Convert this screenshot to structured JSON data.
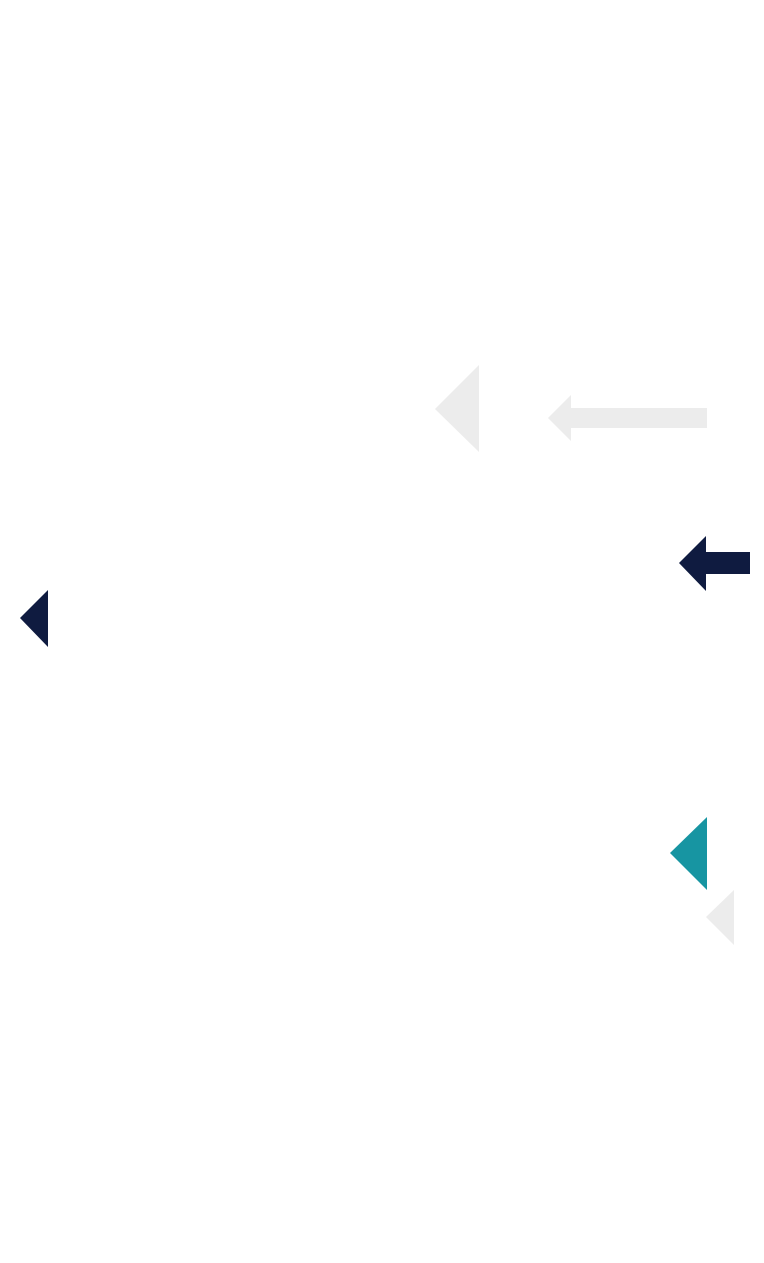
{
  "colors": {
    "background": "#ffffff",
    "light_gray": "#ececec",
    "navy": "#0f1b40",
    "teal": "#1795a2"
  },
  "shapes": [
    {
      "name": "large-light-triangle-icon",
      "icon": "triangle-left-icon",
      "color": "light_gray"
    },
    {
      "name": "light-arrow-icon",
      "icon": "arrow-left-icon",
      "color": "light_gray"
    },
    {
      "name": "navy-arrow-icon",
      "icon": "arrow-left-icon",
      "color": "navy"
    },
    {
      "name": "navy-triangle-icon",
      "icon": "triangle-left-icon",
      "color": "navy"
    },
    {
      "name": "teal-triangle-icon",
      "icon": "triangle-left-icon",
      "color": "teal"
    },
    {
      "name": "small-light-triangle-icon",
      "icon": "triangle-left-icon",
      "color": "light_gray"
    }
  ]
}
